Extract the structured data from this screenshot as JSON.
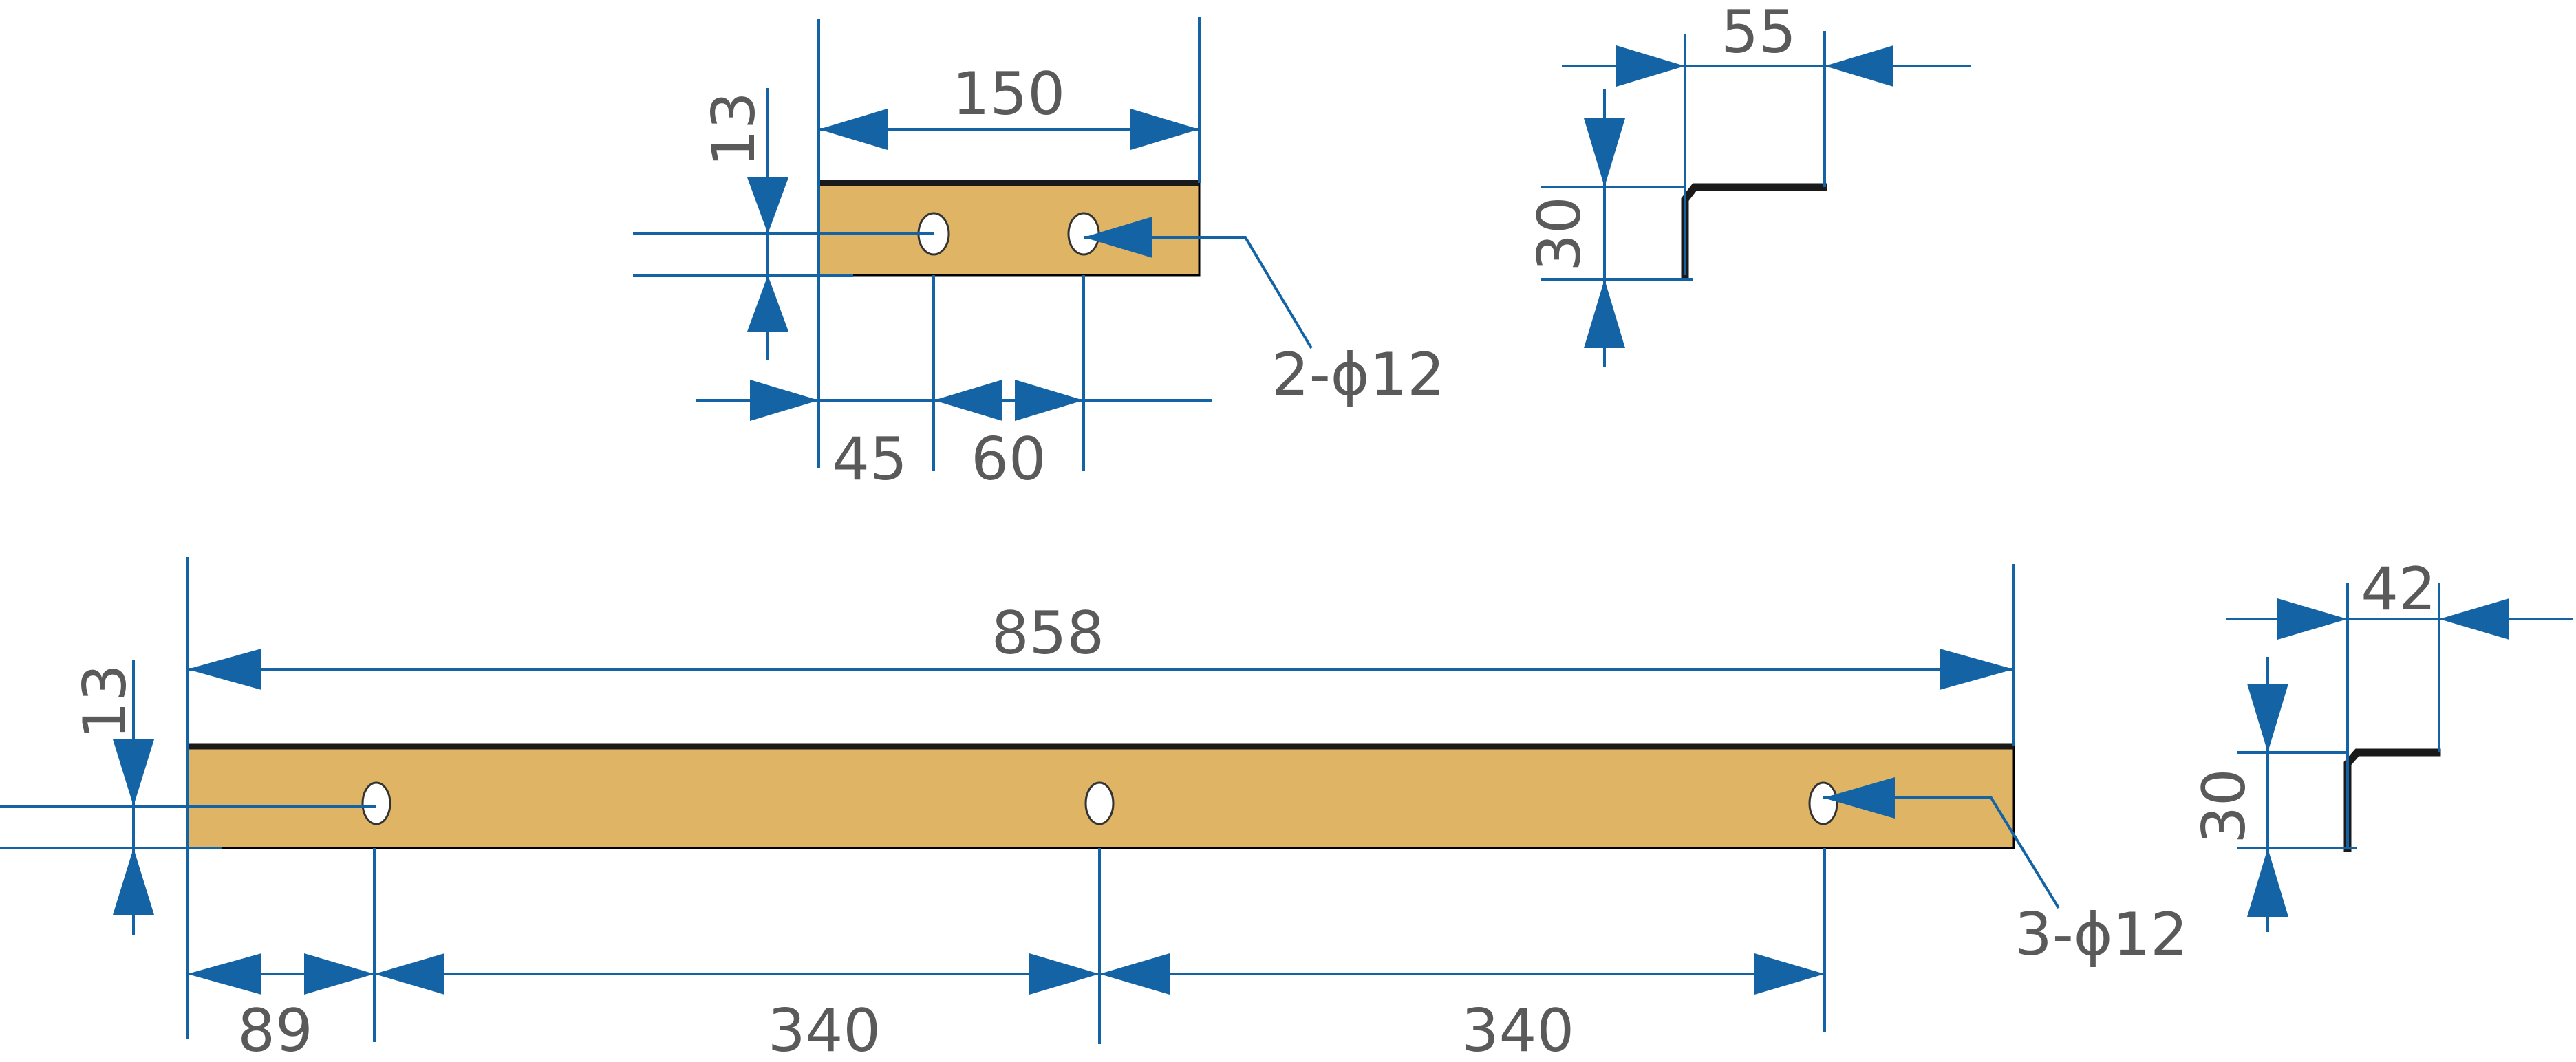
{
  "short_bar": {
    "length_label": "150",
    "thickness_label": "13",
    "edge_to_hole_label": "45",
    "hole_spacing_label": "60",
    "hole_callout": "2-ϕ12"
  },
  "short_bar_section": {
    "width_label": "55",
    "height_label": "30"
  },
  "long_bar": {
    "length_label": "858",
    "thickness_label": "13",
    "edge_to_hole_label": "89",
    "hole_spacing_1_label": "340",
    "hole_spacing_2_label": "340",
    "hole_callout": "3-ϕ12"
  },
  "long_bar_section": {
    "width_label": "42",
    "height_label": "30"
  },
  "colors": {
    "dimension_line": "#1464a5",
    "plate_fill": "#dfb565",
    "label_text": "#5a5a5a"
  }
}
